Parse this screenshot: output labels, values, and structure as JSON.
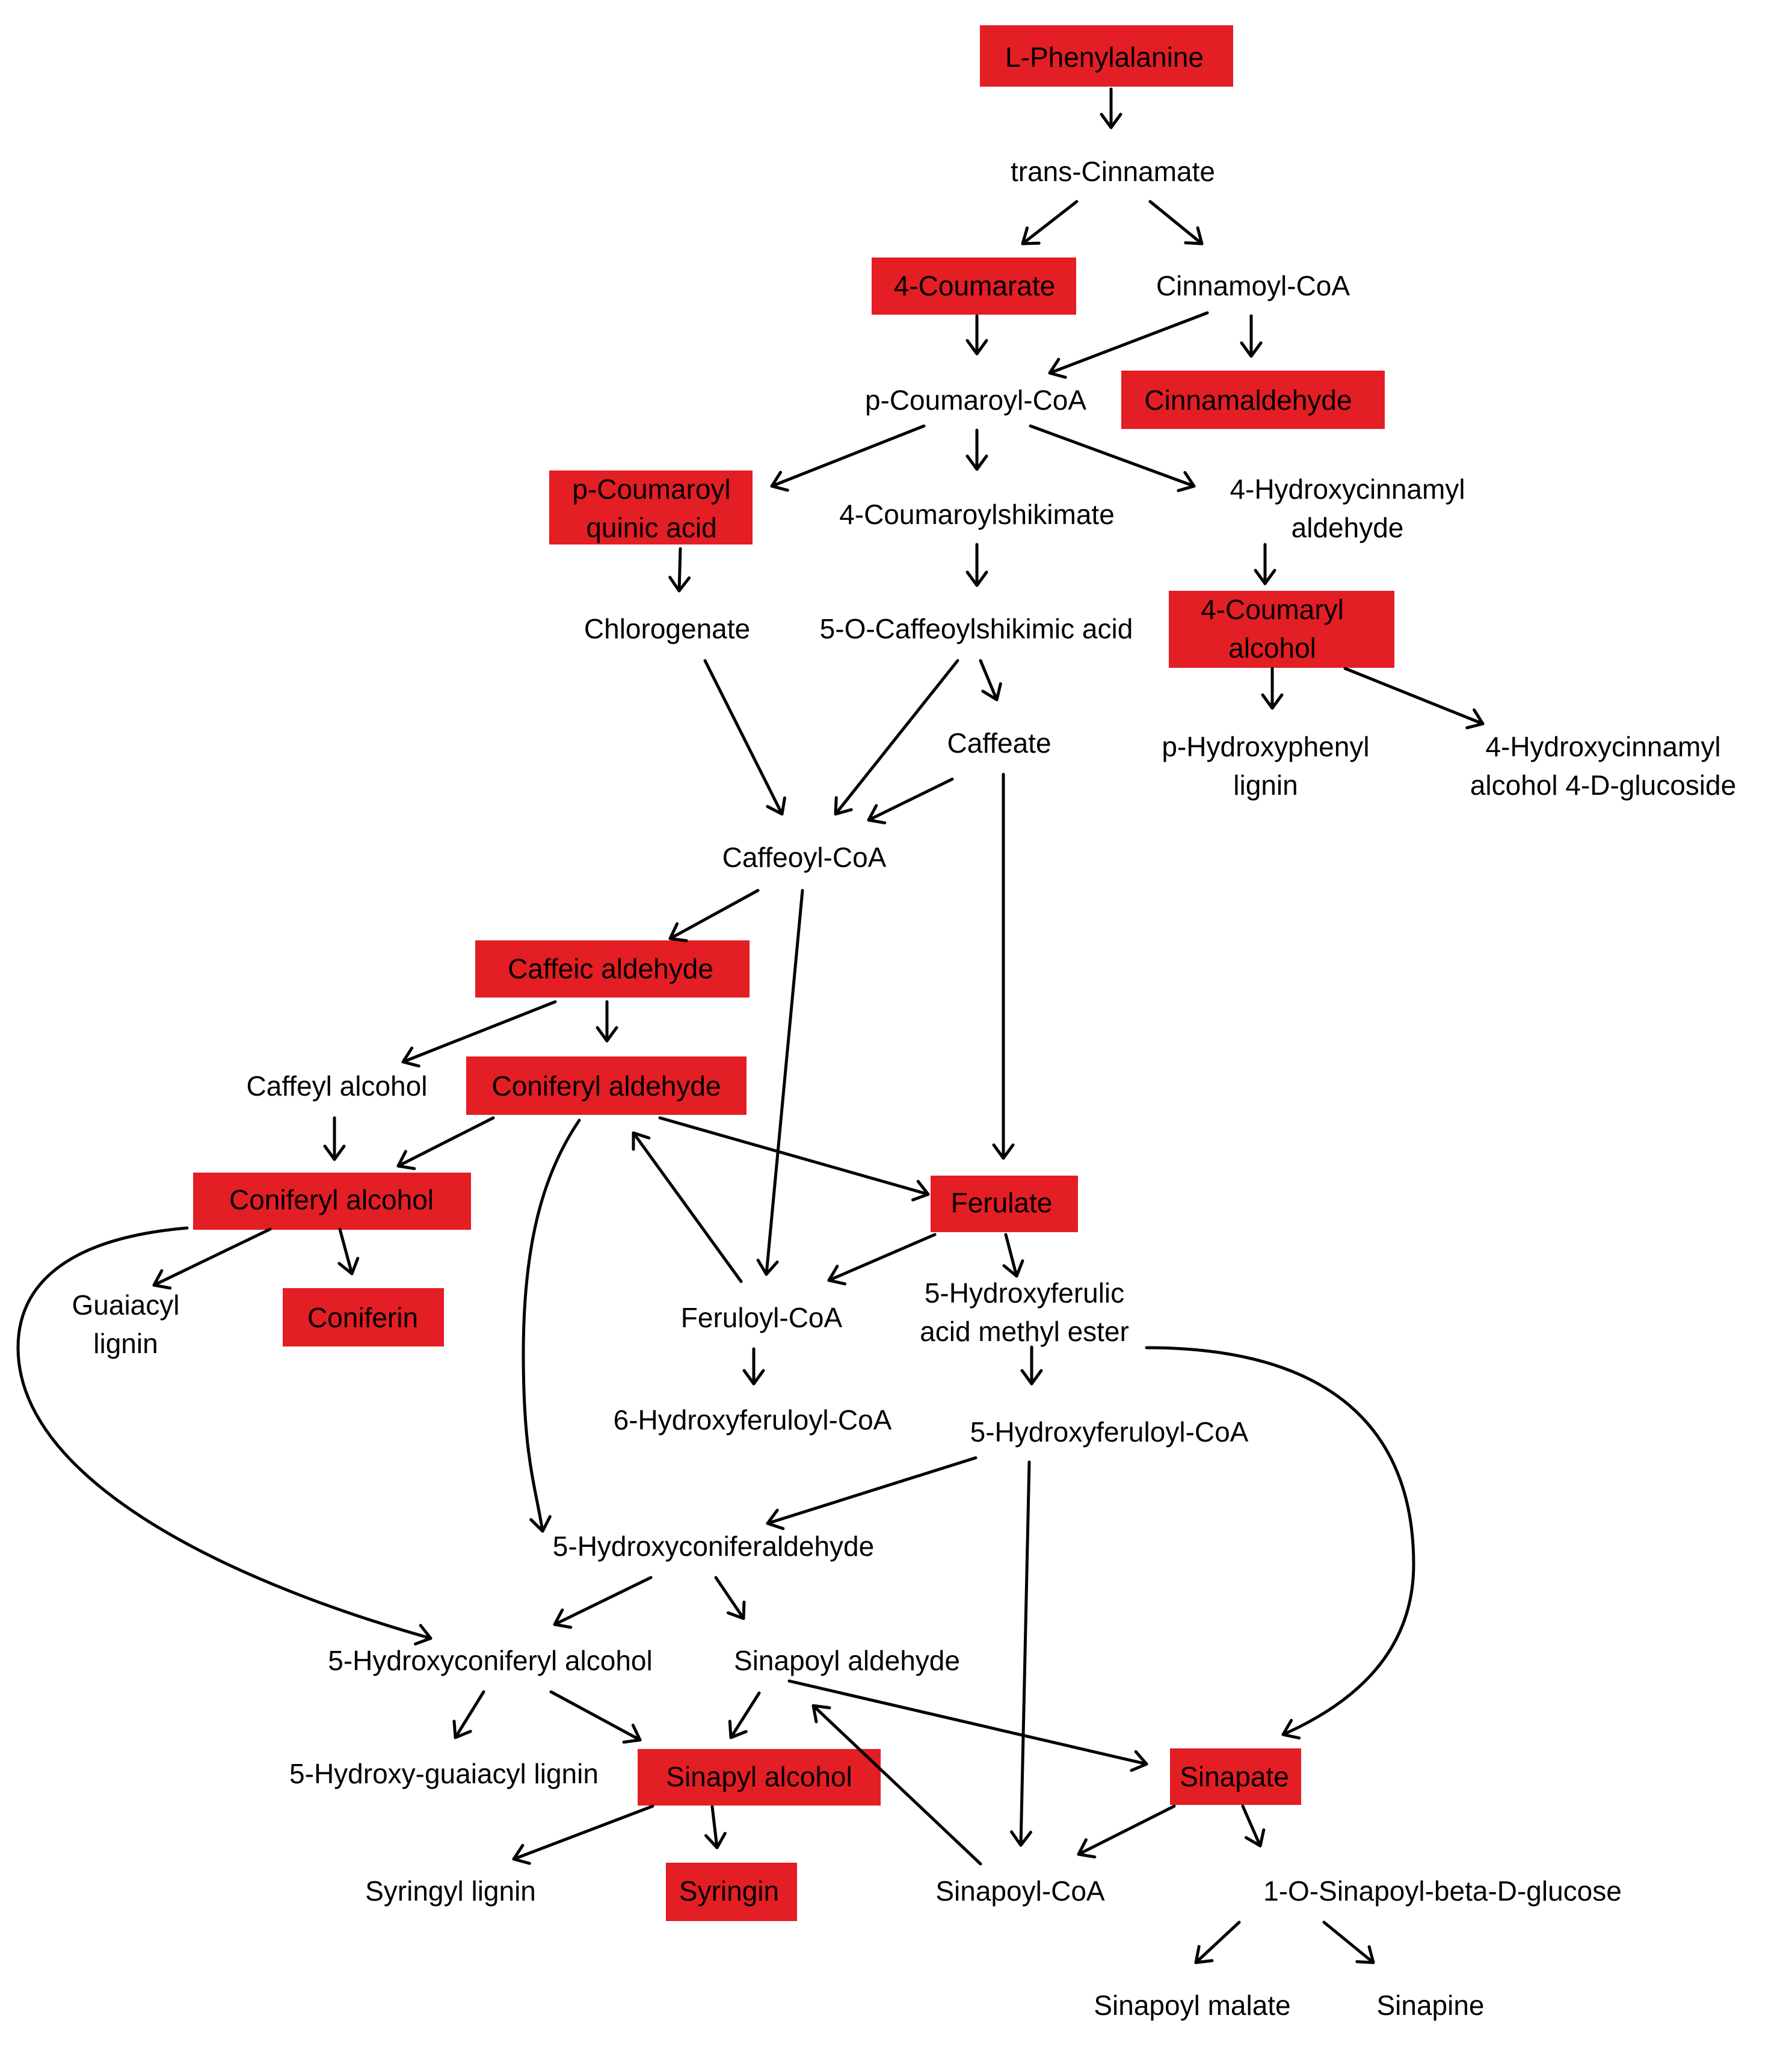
{
  "colors": {
    "highlight": "#e31e24",
    "text": "#000000",
    "arrow": "#000000",
    "background": "#ffffff"
  },
  "nodes": [
    {
      "id": "l-phenylalanine",
      "lines": [
        "L-Phenylalanine"
      ],
      "highlighted": true
    },
    {
      "id": "trans-cinnamate",
      "lines": [
        "trans-Cinnamate"
      ],
      "highlighted": false
    },
    {
      "id": "4-coumarate",
      "lines": [
        "4-Coumarate"
      ],
      "highlighted": true
    },
    {
      "id": "cinnamoyl-coa",
      "lines": [
        "Cinnamoyl-CoA"
      ],
      "highlighted": false
    },
    {
      "id": "p-coumaroyl-coa",
      "lines": [
        "p-Coumaroyl-CoA"
      ],
      "highlighted": false
    },
    {
      "id": "cinnamaldehyde",
      "lines": [
        "Cinnamaldehyde"
      ],
      "highlighted": true
    },
    {
      "id": "p-coumaroyl-quinic-acid",
      "lines": [
        "p-Coumaroyl",
        "quinic acid"
      ],
      "highlighted": true
    },
    {
      "id": "4-coumaroylshikimate",
      "lines": [
        "4-Coumaroylshikimate"
      ],
      "highlighted": false
    },
    {
      "id": "4-hydroxycinnamyl-aldehyde",
      "lines": [
        "4-Hydroxycinnamyl",
        "aldehyde"
      ],
      "highlighted": false
    },
    {
      "id": "chlorogenate",
      "lines": [
        "Chlorogenate"
      ],
      "highlighted": false
    },
    {
      "id": "5-o-caffeoylshikimic-acid",
      "lines": [
        "5-O-Caffeoylshikimic acid"
      ],
      "highlighted": false
    },
    {
      "id": "4-coumaryl-alcohol",
      "lines": [
        "4-Coumaryl",
        "alcohol"
      ],
      "highlighted": true
    },
    {
      "id": "caffeate",
      "lines": [
        "Caffeate"
      ],
      "highlighted": false
    },
    {
      "id": "p-hydroxyphenyl-lignin",
      "lines": [
        "p-Hydroxyphenyl",
        "lignin"
      ],
      "highlighted": false
    },
    {
      "id": "4-hydroxycinnamyl-alcohol-glucoside",
      "lines": [
        "4-Hydroxycinnamyl",
        "alcohol 4-D-glucoside"
      ],
      "highlighted": false
    },
    {
      "id": "caffeoyl-coa",
      "lines": [
        "Caffeoyl-CoA"
      ],
      "highlighted": false
    },
    {
      "id": "caffeic-aldehyde",
      "lines": [
        "Caffeic aldehyde"
      ],
      "highlighted": true
    },
    {
      "id": "caffeyl-alcohol",
      "lines": [
        "Caffeyl alcohol"
      ],
      "highlighted": false
    },
    {
      "id": "coniferyl-aldehyde",
      "lines": [
        "Coniferyl aldehyde"
      ],
      "highlighted": true
    },
    {
      "id": "coniferyl-alcohol",
      "lines": [
        "Coniferyl alcohol"
      ],
      "highlighted": true
    },
    {
      "id": "ferulate",
      "lines": [
        "Ferulate"
      ],
      "highlighted": true
    },
    {
      "id": "guaiacyl-lignin",
      "lines": [
        "Guaiacyl",
        "lignin"
      ],
      "highlighted": false
    },
    {
      "id": "coniferin",
      "lines": [
        "Coniferin"
      ],
      "highlighted": true
    },
    {
      "id": "feruloyl-coa",
      "lines": [
        "Feruloyl-CoA"
      ],
      "highlighted": false
    },
    {
      "id": "5-hydroxyferulic-acid-methyl-ester",
      "lines": [
        "5-Hydroxyferulic",
        "acid methyl ester"
      ],
      "highlighted": false
    },
    {
      "id": "6-hydroxyferuloyl-coa",
      "lines": [
        "6-Hydroxyferuloyl-CoA"
      ],
      "highlighted": false
    },
    {
      "id": "5-hydroxyferuloyl-coa",
      "lines": [
        "5-Hydroxyferuloyl-CoA"
      ],
      "highlighted": false
    },
    {
      "id": "5-hydroxyconiferaldehyde",
      "lines": [
        "5-Hydroxyconiferaldehyde"
      ],
      "highlighted": false
    },
    {
      "id": "5-hydroxyconiferyl-alcohol",
      "lines": [
        "5-Hydroxyconiferyl alcohol"
      ],
      "highlighted": false
    },
    {
      "id": "sinapoyl-aldehyde",
      "lines": [
        "Sinapoyl aldehyde"
      ],
      "highlighted": false
    },
    {
      "id": "5-hydroxy-guaiacyl-lignin",
      "lines": [
        "5-Hydroxy-guaiacyl lignin"
      ],
      "highlighted": false
    },
    {
      "id": "sinapyl-alcohol",
      "lines": [
        "Sinapyl alcohol"
      ],
      "highlighted": true
    },
    {
      "id": "sinapate",
      "lines": [
        "Sinapate"
      ],
      "highlighted": true
    },
    {
      "id": "syringyl-lignin",
      "lines": [
        "Syringyl lignin"
      ],
      "highlighted": false
    },
    {
      "id": "syringin",
      "lines": [
        "Syringin"
      ],
      "highlighted": true
    },
    {
      "id": "sinapoyl-coa",
      "lines": [
        "Sinapoyl-CoA"
      ],
      "highlighted": false
    },
    {
      "id": "1-o-sinapoyl-beta-d-glucose",
      "lines": [
        "1-O-Sinapoyl-beta-D-glucose"
      ],
      "highlighted": false
    },
    {
      "id": "sinapoyl-malate",
      "lines": [
        "Sinapoyl malate"
      ],
      "highlighted": false
    },
    {
      "id": "sinapine",
      "lines": [
        "Sinapine"
      ],
      "highlighted": false
    }
  ],
  "edges": [
    {
      "from": "l-phenylalanine",
      "to": "trans-cinnamate"
    },
    {
      "from": "trans-cinnamate",
      "to": "4-coumarate"
    },
    {
      "from": "trans-cinnamate",
      "to": "cinnamoyl-coa"
    },
    {
      "from": "4-coumarate",
      "to": "p-coumaroyl-coa"
    },
    {
      "from": "cinnamoyl-coa",
      "to": "p-coumaroyl-coa"
    },
    {
      "from": "cinnamoyl-coa",
      "to": "cinnamaldehyde"
    },
    {
      "from": "p-coumaroyl-coa",
      "to": "p-coumaroyl-quinic-acid"
    },
    {
      "from": "p-coumaroyl-coa",
      "to": "4-coumaroylshikimate"
    },
    {
      "from": "p-coumaroyl-coa",
      "to": "4-hydroxycinnamyl-aldehyde"
    },
    {
      "from": "p-coumaroyl-quinic-acid",
      "to": "chlorogenate"
    },
    {
      "from": "4-coumaroylshikimate",
      "to": "5-o-caffeoylshikimic-acid"
    },
    {
      "from": "4-hydroxycinnamyl-aldehyde",
      "to": "4-coumaryl-alcohol"
    },
    {
      "from": "4-coumaryl-alcohol",
      "to": "p-hydroxyphenyl-lignin"
    },
    {
      "from": "4-coumaryl-alcohol",
      "to": "4-hydroxycinnamyl-alcohol-glucoside"
    },
    {
      "from": "chlorogenate",
      "to": "caffeoyl-coa"
    },
    {
      "from": "5-o-caffeoylshikimic-acid",
      "to": "caffeoyl-coa"
    },
    {
      "from": "5-o-caffeoylshikimic-acid",
      "to": "caffeate"
    },
    {
      "from": "caffeate",
      "to": "caffeoyl-coa"
    },
    {
      "from": "caffeate",
      "to": "ferulate"
    },
    {
      "from": "caffeoyl-coa",
      "to": "caffeic-aldehyde"
    },
    {
      "from": "caffeoyl-coa",
      "to": "feruloyl-coa"
    },
    {
      "from": "caffeic-aldehyde",
      "to": "caffeyl-alcohol"
    },
    {
      "from": "caffeic-aldehyde",
      "to": "coniferyl-aldehyde"
    },
    {
      "from": "caffeyl-alcohol",
      "to": "coniferyl-alcohol"
    },
    {
      "from": "coniferyl-aldehyde",
      "to": "coniferyl-alcohol"
    },
    {
      "from": "coniferyl-aldehyde",
      "to": "ferulate"
    },
    {
      "from": "coniferyl-aldehyde",
      "to": "5-hydroxyconiferaldehyde"
    },
    {
      "from": "feruloyl-coa",
      "to": "coniferyl-aldehyde"
    },
    {
      "from": "coniferyl-alcohol",
      "to": "guaiacyl-lignin"
    },
    {
      "from": "coniferyl-alcohol",
      "to": "coniferin"
    },
    {
      "from": "coniferyl-alcohol",
      "to": "5-hydroxyconiferyl-alcohol"
    },
    {
      "from": "ferulate",
      "to": "feruloyl-coa"
    },
    {
      "from": "ferulate",
      "to": "5-hydroxyferulic-acid-methyl-ester"
    },
    {
      "from": "feruloyl-coa",
      "to": "6-hydroxyferuloyl-coa"
    },
    {
      "from": "5-hydroxyferulic-acid-methyl-ester",
      "to": "5-hydroxyferuloyl-coa"
    },
    {
      "from": "5-hydroxyferulic-acid-methyl-ester",
      "to": "sinapate"
    },
    {
      "from": "5-hydroxyferuloyl-coa",
      "to": "5-hydroxyconiferaldehyde"
    },
    {
      "from": "5-hydroxyferuloyl-coa",
      "to": "sinapoyl-coa"
    },
    {
      "from": "5-hydroxyconiferaldehyde",
      "to": "5-hydroxyconiferyl-alcohol"
    },
    {
      "from": "5-hydroxyconiferaldehyde",
      "to": "sinapoyl-aldehyde"
    },
    {
      "from": "5-hydroxyconiferyl-alcohol",
      "to": "5-hydroxy-guaiacyl-lignin"
    },
    {
      "from": "5-hydroxyconiferyl-alcohol",
      "to": "sinapyl-alcohol"
    },
    {
      "from": "sinapoyl-aldehyde",
      "to": "sinapyl-alcohol"
    },
    {
      "from": "sinapoyl-aldehyde",
      "to": "sinapate"
    },
    {
      "from": "sinapoyl-coa",
      "to": "sinapoyl-aldehyde"
    },
    {
      "from": "sinapyl-alcohol",
      "to": "syringyl-lignin"
    },
    {
      "from": "sinapyl-alcohol",
      "to": "syringin"
    },
    {
      "from": "sinapate",
      "to": "sinapoyl-coa"
    },
    {
      "from": "sinapate",
      "to": "1-o-sinapoyl-beta-d-glucose"
    },
    {
      "from": "1-o-sinapoyl-beta-d-glucose",
      "to": "sinapoyl-malate"
    },
    {
      "from": "1-o-sinapoyl-beta-d-glucose",
      "to": "sinapine"
    }
  ]
}
